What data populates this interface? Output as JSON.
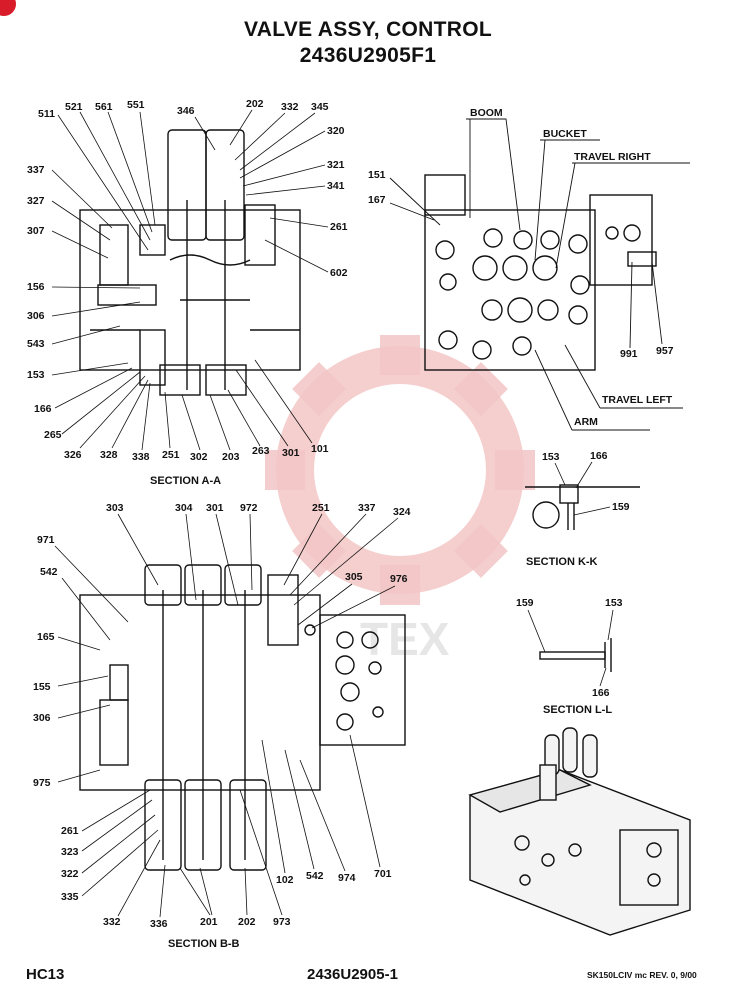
{
  "header": {
    "title": "VALVE ASSY, CONTROL",
    "part_number": "2436U2905F1"
  },
  "sections": {
    "aa": "SECTION A-A",
    "bb": "SECTION B-B",
    "kk": "SECTION K-K",
    "ll": "SECTION L-L"
  },
  "callouts_aa": [
    "511",
    "521",
    "561",
    "551",
    "346",
    "202",
    "332",
    "345",
    "320",
    "321",
    "341",
    "337",
    "327",
    "307",
    "261",
    "602",
    "156",
    "306",
    "543",
    "153",
    "166",
    "265",
    "326",
    "328",
    "338",
    "251",
    "302",
    "203",
    "263",
    "301",
    "101"
  ],
  "callouts_top_right": [
    "BOOM",
    "BUCKET",
    "TRAVEL RIGHT",
    "151",
    "167",
    "991",
    "957",
    "TRAVEL LEFT",
    "ARM"
  ],
  "callouts_kk": [
    "153",
    "166",
    "159"
  ],
  "callouts_ll": [
    "159",
    "153",
    "166"
  ],
  "callouts_bb": [
    "303",
    "304",
    "301",
    "972",
    "251",
    "337",
    "324",
    "971",
    "542",
    "305",
    "976",
    "165",
    "155",
    "306",
    "975",
    "261",
    "323",
    "322",
    "335",
    "332",
    "336",
    "201",
    "202",
    "973",
    "102",
    "542",
    "974",
    "701"
  ],
  "watermark": "TEX",
  "footer": {
    "left": "HC13",
    "center": "2436U2905-1",
    "right": "SK150LCIV mc REV. 0, 9/00"
  },
  "colors": {
    "line": "#111111",
    "watermark": "#f3c6c6",
    "badge": "#d91c2a"
  }
}
